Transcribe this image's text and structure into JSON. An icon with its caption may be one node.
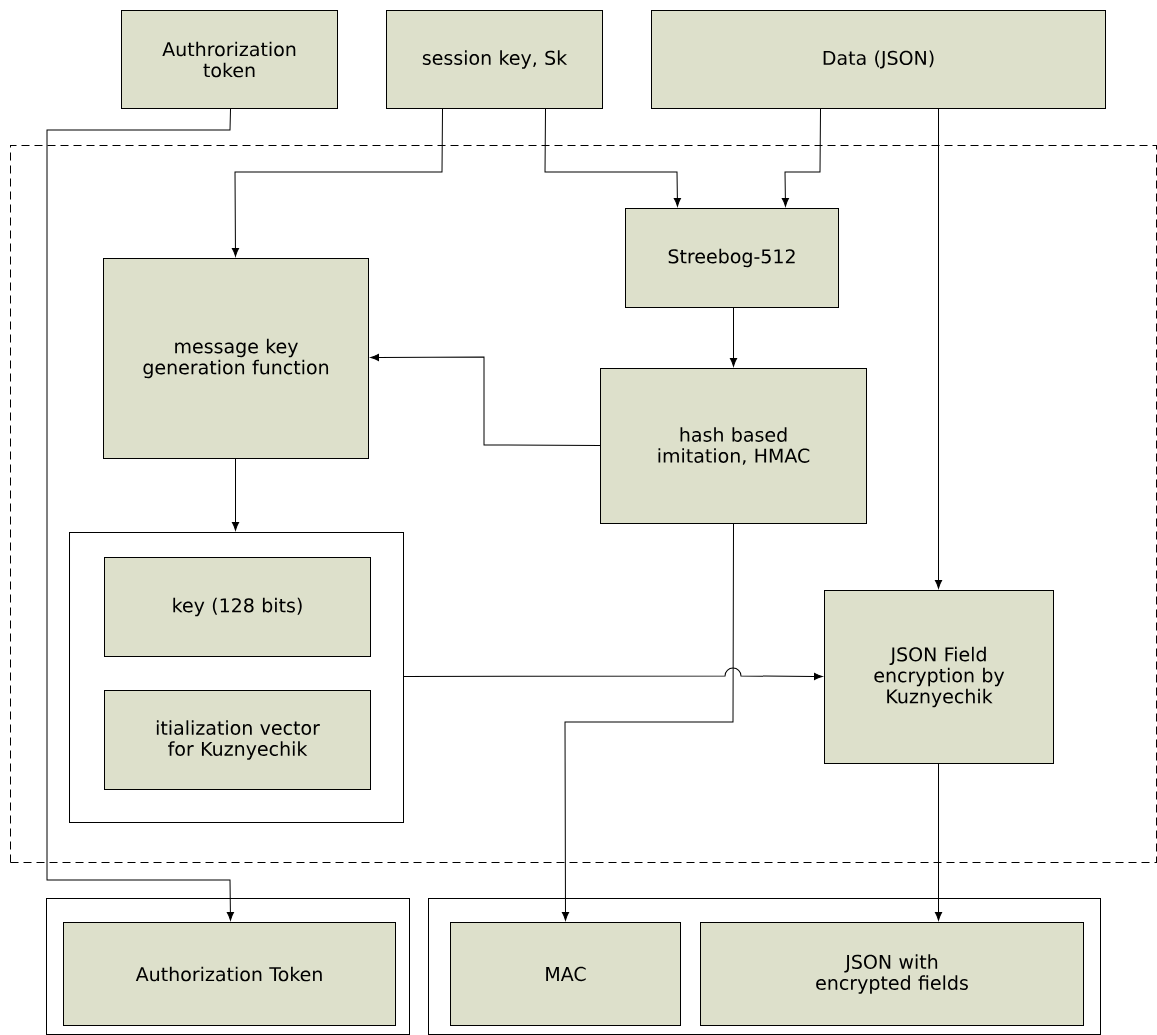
{
  "diagram": {
    "nodes": [
      {
        "text": [
          "Authrorization token"
        ]
      },
      {
        "text": [
          "session key, Sk"
        ]
      },
      {
        "text": [
          "Data (JSON)"
        ]
      },
      {
        "text": [],
        "shape": "box"
      },
      {
        "text": [
          "Streebog-512"
        ],
        "in": 3
      },
      {
        "text": [
          "message key generation function"
        ],
        "in": 3
      },
      {
        "text": [
          "hash based imitation, HMAC"
        ],
        "in": 3
      },
      {
        "text": [],
        "shape": "box",
        "in": 3
      },
      {
        "text": [
          "key (128 bits)"
        ],
        "in": 7
      },
      {
        "text": [
          "itialization vector for Kuznyechik"
        ],
        "in": 7
      },
      {
        "text": [
          "JSON Field encryption by Kuznyechik"
        ],
        "in": 3
      },
      {
        "text": [],
        "shape": "box"
      },
      {
        "text": [
          "Authorization Token"
        ],
        "in": 11
      },
      {
        "text": [],
        "shape": "box"
      },
      {
        "text": [
          "MAC"
        ],
        "in": 13
      },
      {
        "text": [
          "JSON with encrypted fields"
        ],
        "in": 13
      }
    ],
    "edges": [
      {
        "from": 0,
        "to": 12,
        "arrow": "to"
      },
      {
        "from": 1,
        "to": 5,
        "arrow": "to"
      },
      {
        "from": 1,
        "to": 4,
        "arrow": "to"
      },
      {
        "from": 2,
        "to": 4,
        "arrow": "to"
      },
      {
        "from": 2,
        "to": 10,
        "arrow": "to"
      },
      {
        "from": 4,
        "to": 6,
        "arrow": "to"
      },
      {
        "from": 6,
        "to": 5,
        "arrow": "to"
      },
      {
        "from": 5,
        "to": 7,
        "arrow": "to"
      },
      {
        "from": 7,
        "to": 10,
        "arrow": "to"
      },
      {
        "from": 6,
        "to": 14,
        "arrow": "to"
      },
      {
        "from": 10,
        "to": 15,
        "arrow": "to"
      }
    ]
  }
}
